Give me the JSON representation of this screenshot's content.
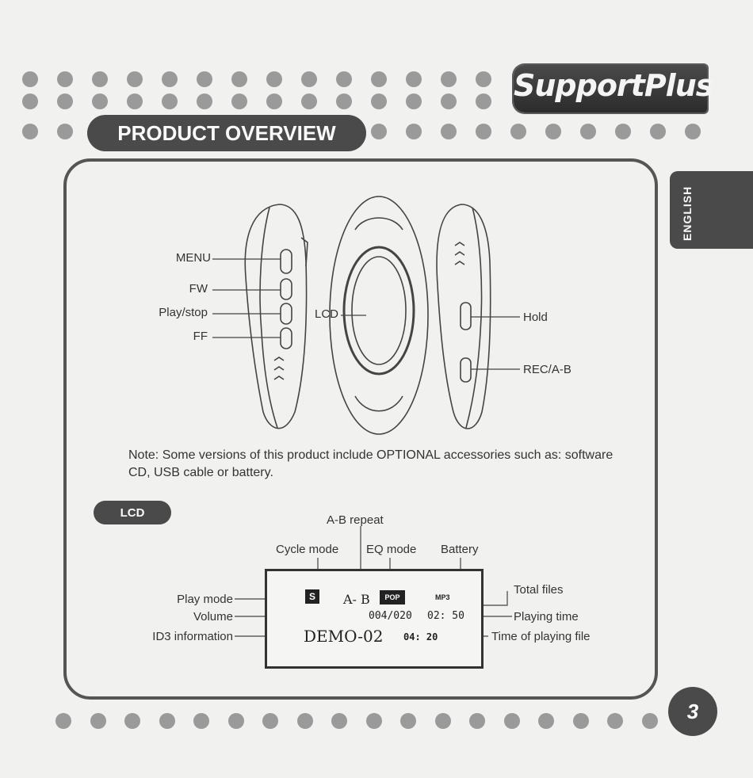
{
  "brand": {
    "logo_text": "SupportPlus"
  },
  "header": {
    "section_title": "PRODUCT OVERVIEW"
  },
  "sidebar": {
    "language_tab": "ENGLISH"
  },
  "overview": {
    "labels": {
      "menu": "MENU",
      "fw": "FW",
      "play_stop": "Play/stop",
      "ff": "FF",
      "lcd": "LCD",
      "hold": "Hold",
      "rec_ab": "REC/A-B"
    },
    "note": "Note: Some versions of this product include OPTIONAL accessories such as: software CD, USB cable or battery."
  },
  "lcd_section": {
    "title": "LCD",
    "labels": {
      "ab_repeat": "A-B repeat",
      "cycle_mode": "Cycle mode",
      "eq_mode": "EQ mode",
      "battery": "Battery",
      "total_files": "Total files",
      "play_mode": "Play mode",
      "volume": "Volume",
      "playing_time": "Playing time",
      "id3_information": "ID3 information",
      "time_of_playing_file": "Time of playing file"
    },
    "screen": {
      "ab_text": "A- B",
      "eq_text": "POP",
      "format_text": "MP3",
      "cycle_letter": "S",
      "file_counter": "004/020",
      "playing_time": "02: 50",
      "id3_text": "DEMO-02",
      "file_time": "04: 20"
    }
  },
  "footer": {
    "page_number": "3"
  },
  "colors": {
    "dark_gray": "#4a4a4a",
    "dot_gray": "#9a9a9a",
    "background": "#f1f1ef"
  }
}
